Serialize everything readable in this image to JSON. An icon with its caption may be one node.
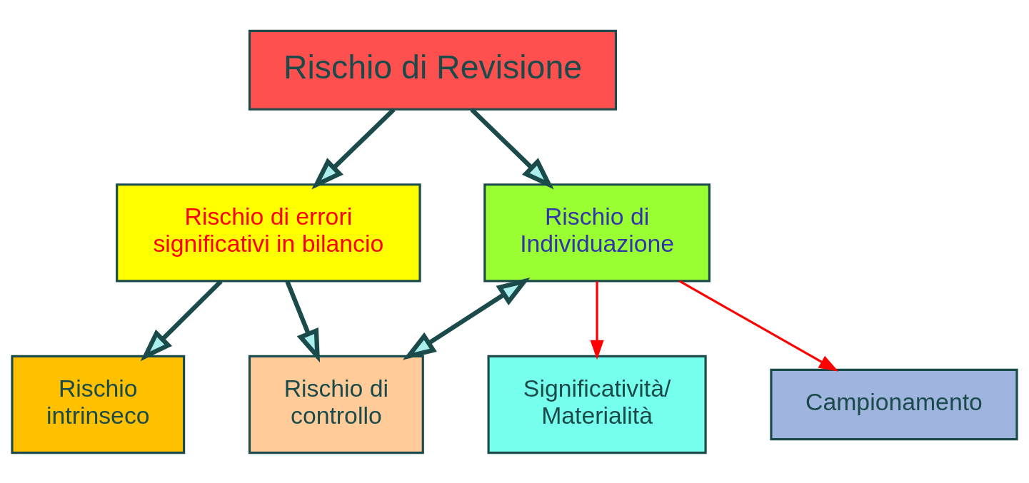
{
  "diagram": {
    "nodes": [
      {
        "text": [
          "Rischio di Revisione"
        ]
      },
      {
        "text": [
          "Rischio di errori significativi in bilancio"
        ]
      },
      {
        "text": [
          "Rischio di Individuazione"
        ]
      },
      {
        "text": [
          "Significatività/ Materialità"
        ]
      },
      {
        "text": [
          "Campionamento"
        ]
      },
      {
        "text": [
          "Rischio intrinseco"
        ]
      },
      {
        "text": [
          "Rischio di controllo"
        ]
      }
    ],
    "edges": [
      {
        "from": 0,
        "to": 1,
        "arrow": "to"
      },
      {
        "from": 0,
        "to": 2,
        "arrow": "to"
      },
      {
        "from": 1,
        "to": 5,
        "arrow": "to"
      },
      {
        "from": 1,
        "to": 6,
        "arrow": "to"
      },
      {
        "from": 6,
        "to": 2,
        "arrow": "both"
      },
      {
        "from": 2,
        "to": 3,
        "arrow": "to",
        "color": "#ff0000"
      },
      {
        "from": 2,
        "to": 4,
        "arrow": "to",
        "color": "#ff0000"
      }
    ]
  }
}
